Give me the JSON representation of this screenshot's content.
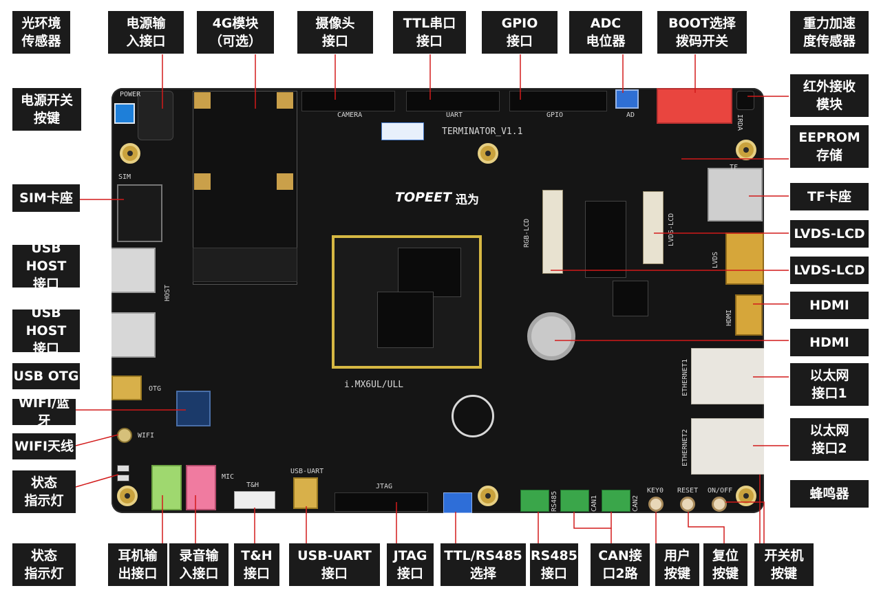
{
  "board": {
    "name_label": "TERMINATOR_V1.1",
    "brand": "TOPEET",
    "brand_cn": "迅为",
    "soc_label": "i.MX6UL/ULL",
    "silk": {
      "power": "POWER",
      "sim": "SIM",
      "camera": "CAMERA",
      "uart": "UART",
      "gpio": "GPIO",
      "ad": "AD",
      "tf": "TF",
      "rgb_lcd": "RGB-LCD",
      "lvds_lcd": "LVDS-LCD",
      "lvds": "LVDS",
      "host": "HOST",
      "otg": "OTG",
      "wifi": "WIFI",
      "jtag": "JTAG",
      "usb_uart": "USB-UART",
      "mic": "MIC",
      "th": "T&H",
      "ethernet1": "ETHERNET1",
      "ethernet2": "ETHERNET2",
      "hdmi": "HDMI",
      "can1": "CAN1",
      "can2": "CAN2",
      "rs485": "RS485",
      "key0": "KEY0",
      "reset": "RESET",
      "onoff": "ON/OFF",
      "irda": "IRDA"
    }
  },
  "labels": {
    "light_sensor": "光环境\n传感器",
    "power_input": "电源输\n入接口",
    "module_4g": "4G模块\n（可选）",
    "camera_port": "摄像头\n接口",
    "ttl_serial": "TTL串口\n接口",
    "gpio_port": "GPIO\n接口",
    "adc_pot": "ADC\n电位器",
    "boot_switch": "BOOT选择\n拨码开关",
    "gravity_sensor": "重力加速\n度传感器",
    "power_switch": "电源开关\n按键",
    "ir_receiver": "红外接收\n模块",
    "eeprom": "EEPROM\n存储",
    "sim_slot": "SIM卡座",
    "tf_slot": "TF卡座",
    "usb_host_1": "USB HOST\n接口",
    "lvds_lcd_1": "LVDS-LCD",
    "lvds_lcd_2": "LVDS-LCD",
    "usb_host_2": "USB HOST\n接口",
    "hdmi_1": "HDMI",
    "hdmi_2": "HDMI",
    "usb_otg": "USB OTG",
    "ethernet_1": "以太网\n接口1",
    "wifi_bt": "WIFI/蓝牙",
    "wifi_antenna": "WIFI天线",
    "ethernet_2": "以太网\n接口2",
    "status_led_1": "状态\n指示灯",
    "buzzer": "蜂鸣器",
    "status_led_2": "状态\n指示灯",
    "headphone": "耳机输\n出接口",
    "mic_input": "录音输\n入接口",
    "th_port": "T&H\n接口",
    "usb_uart": "USB-UART\n接口",
    "jtag": "JTAG\n接口",
    "ttl_rs485": "TTL/RS485\n选择",
    "rs485": "RS485\n接口",
    "can": "CAN接\n口2路",
    "user_key": "用户\n按键",
    "reset_key": "复位\n按键",
    "onoff_key": "开关机\n按键"
  },
  "colors": {
    "label_bg": "#1b1b1b",
    "label_text": "#ffffff",
    "pcb": "#151515",
    "gold": "#c9a23d",
    "leader": "#d21a1a"
  }
}
